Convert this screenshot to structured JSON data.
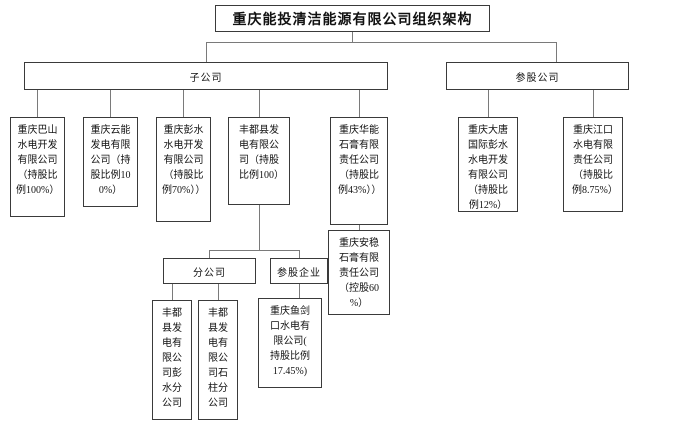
{
  "title": "重庆能投清洁能源有限公司组织架构",
  "groups": {
    "subsidiaries_label": "子公司",
    "affiliated_companies_label": "参股公司",
    "branches_label": "分公司",
    "affiliated_enterprises_label": "参股企业"
  },
  "subsidiaries": [
    {
      "name": "重庆巴山水电开发有限公司（持股比例100%）"
    },
    {
      "name": "重庆云能发电有限公司（持股比例100%）"
    },
    {
      "name": "重庆彭水水电开发有限公司（持股比例70%））"
    },
    {
      "name": "丰都县发电有限公司（持股比例100）"
    },
    {
      "name": "重庆华能石膏有限责任公司（持股比例43%））"
    }
  ],
  "affiliated_companies": [
    {
      "name": "重庆大唐国际彭水水电开发有限公司（持股比例12%）"
    },
    {
      "name": "重庆江口水电有限责任公司（持股比例8.75%）"
    }
  ],
  "subsidiary_affiliate": {
    "name": "重庆安稳石膏有限责任公司（控股60%）"
  },
  "fengdu_branches": [
    {
      "name": "丰都县发电有限公司彭水分公司"
    },
    {
      "name": "丰都县发电有限公司石柱分公司"
    }
  ],
  "fengdu_affiliated_enterprises": [
    {
      "name": "重庆鱼剑口水电有限公司(持股比例17.45%)"
    }
  ]
}
